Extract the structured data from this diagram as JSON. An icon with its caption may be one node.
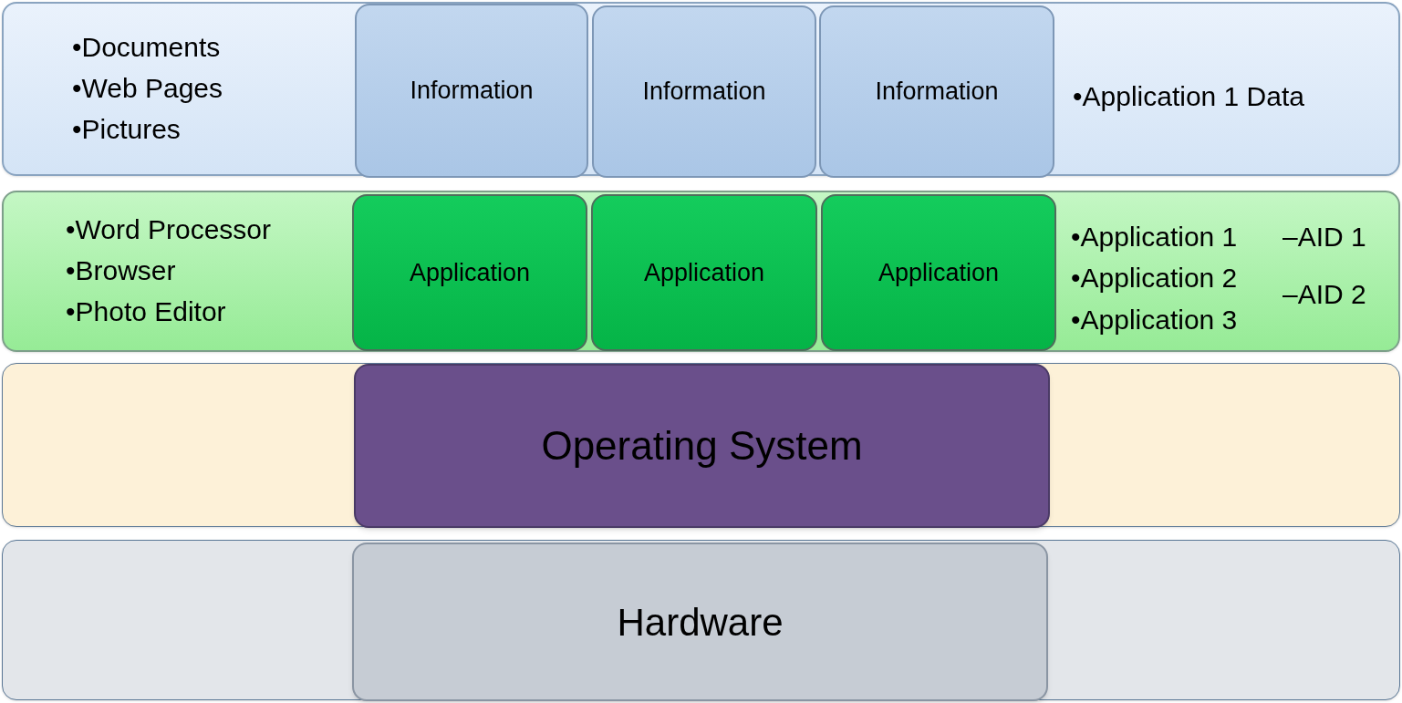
{
  "diagram": {
    "nodes": [
      {
        "text": [
          "•Documents",
          "•Web Pages",
          "•Pictures",
          "•Application 1 Data"
        ]
      },
      {
        "text": [
          "Information"
        ],
        "in": 0
      },
      {
        "text": [
          "Information"
        ],
        "in": 0
      },
      {
        "text": [
          "Information"
        ],
        "in": 0
      },
      {
        "text": [
          "•Word Processor",
          "•Browser",
          "•Photo Editor",
          "•Application 1",
          "–AID 1",
          "•Application 2",
          "•Application 3",
          "–AID 2"
        ]
      },
      {
        "text": [
          "Application"
        ],
        "in": 4
      },
      {
        "text": [
          "Application"
        ],
        "in": 4
      },
      {
        "text": [
          "Application"
        ],
        "in": 4
      },
      {
        "text": [],
        "shape": "box"
      },
      {
        "text": [
          "Operating System"
        ],
        "in": 8
      },
      {
        "text": [],
        "shape": "box"
      },
      {
        "text": [
          "Hardware"
        ],
        "in": 10
      }
    ]
  }
}
